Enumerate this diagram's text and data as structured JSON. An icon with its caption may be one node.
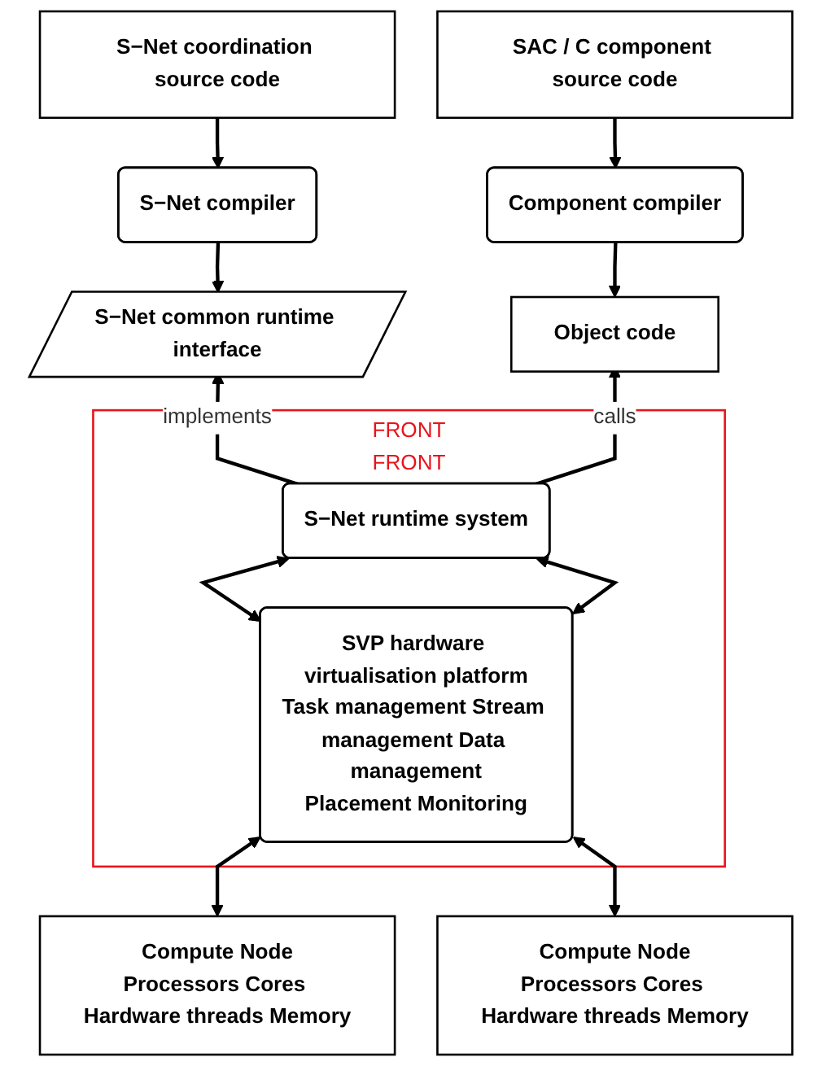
{
  "diagram": {
    "nodes": [
      {
        "text": [
          "S−Net coordination source code"
        ]
      },
      {
        "text": [
          "SAC / C component source code"
        ]
      },
      {
        "text": [
          "S−Net compiler"
        ]
      },
      {
        "text": [
          "Component compiler"
        ]
      },
      {
        "text": [
          "S−Net common runtime interface"
        ]
      },
      {
        "text": [
          "Object code"
        ]
      },
      {
        "text": [
          "FRONT",
          "FRONT"
        ]
      },
      {
        "text": [
          "S−Net runtime system"
        ],
        "in": 6
      },
      {
        "text": [
          "SVP hardware virtualisation platform",
          "Task management Stream management Data management",
          "Placement Monitoring"
        ],
        "in": 6
      },
      {
        "text": [
          "Compute Node",
          "Processors Cores Hardware threads Memory"
        ]
      },
      {
        "text": [
          "Compute Node",
          "Processors Cores Hardware threads Memory"
        ]
      }
    ],
    "edges": [
      {
        "from": 0,
        "to": 2,
        "arrow": "to"
      },
      {
        "from": 1,
        "to": 3,
        "arrow": "to"
      },
      {
        "from": 2,
        "to": 4,
        "arrow": "to"
      },
      {
        "from": 3,
        "to": 5,
        "arrow": "to"
      },
      {
        "from": 7,
        "to": 4,
        "arrow": "to",
        "label": "implements"
      },
      {
        "from": 7,
        "to": 5,
        "arrow": "to",
        "label": "calls"
      },
      {
        "from": 7,
        "to": 8,
        "arrow": "both"
      },
      {
        "from": 7,
        "to": 8,
        "arrow": "both"
      },
      {
        "from": 8,
        "to": 9,
        "arrow": "both"
      },
      {
        "from": 8,
        "to": 10,
        "arrow": "both"
      }
    ]
  }
}
